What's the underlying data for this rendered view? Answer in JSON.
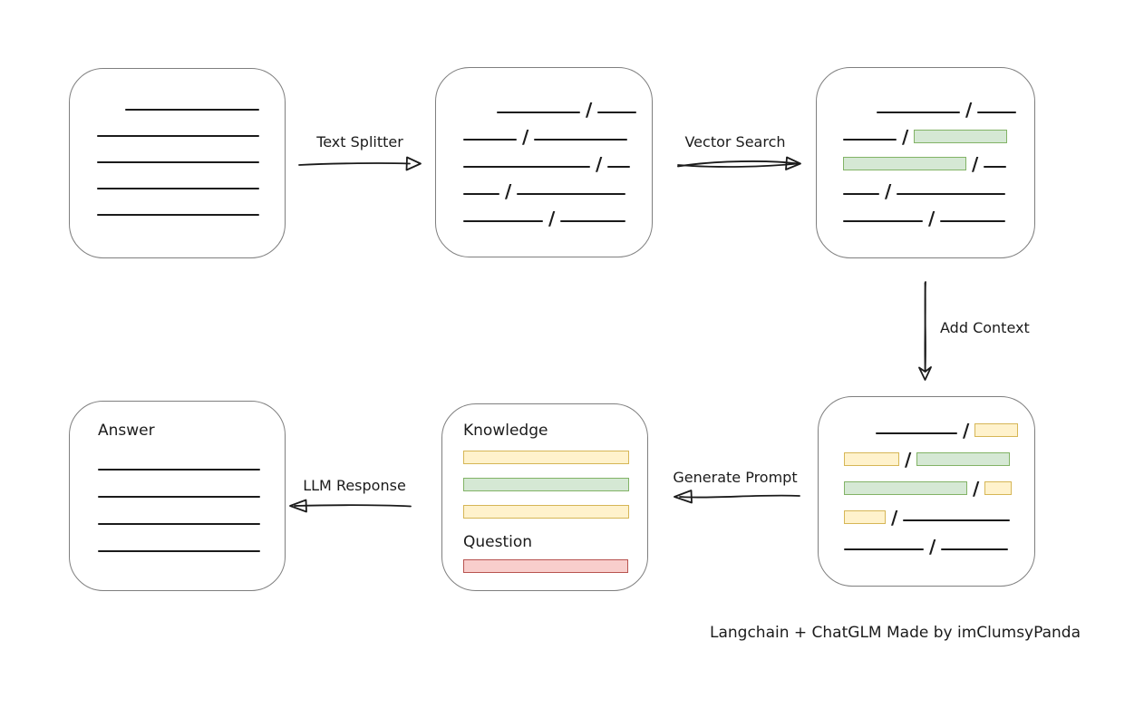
{
  "credit": "Langchain + ChatGLM Made by imClumsyPanda",
  "slash_char": "/",
  "colors": {
    "ink": "#1b1b1b",
    "box_border": "#7f7f7f",
    "green_fill": "#d5e8d4",
    "green_stroke": "#82b366",
    "yellow_fill": "#fff2cc",
    "yellow_stroke": "#d6b656",
    "red_fill": "#f8cecc",
    "red_stroke": "#b85450"
  },
  "arrows": {
    "text_splitter": "Text Splitter",
    "vector_search": "Vector Search",
    "add_context": "Add Context",
    "generate_prompt": "Generate Prompt",
    "llm_response": "LLM Response"
  },
  "nodes": {
    "document": {
      "lines": [
        {
          "indent": 31,
          "w": 148
        },
        {
          "w": 179
        },
        {
          "w": 179
        },
        {
          "w": 179
        },
        {
          "w": 179
        }
      ]
    },
    "chunks": {
      "rows": [
        [
          {
            "t": "gap",
            "w": 31
          },
          {
            "t": "line",
            "w": 92
          },
          {
            "t": "slash"
          },
          {
            "t": "line",
            "w": 43
          }
        ],
        [
          {
            "t": "line",
            "w": 59
          },
          {
            "t": "slash"
          },
          {
            "t": "line",
            "w": 103
          }
        ],
        [
          {
            "t": "line",
            "w": 140
          },
          {
            "t": "slash"
          },
          {
            "t": "line",
            "w": 25
          }
        ],
        [
          {
            "t": "line",
            "w": 40
          },
          {
            "t": "slash"
          },
          {
            "t": "line",
            "w": 120
          }
        ],
        [
          {
            "t": "line",
            "w": 88
          },
          {
            "t": "slash"
          },
          {
            "t": "line",
            "w": 72
          }
        ]
      ]
    },
    "retrieved": {
      "rows": [
        [
          {
            "t": "gap",
            "w": 31
          },
          {
            "t": "line",
            "w": 92
          },
          {
            "t": "slash"
          },
          {
            "t": "line",
            "w": 43
          }
        ],
        [
          {
            "t": "line",
            "w": 59
          },
          {
            "t": "slash"
          },
          {
            "t": "chunk",
            "c": "green",
            "w": 103
          }
        ],
        [
          {
            "t": "chunk",
            "c": "green",
            "w": 136
          },
          {
            "t": "slash"
          },
          {
            "t": "line",
            "w": 25
          }
        ],
        [
          {
            "t": "line",
            "w": 40
          },
          {
            "t": "slash"
          },
          {
            "t": "line",
            "w": 120
          }
        ],
        [
          {
            "t": "line",
            "w": 88
          },
          {
            "t": "slash"
          },
          {
            "t": "line",
            "w": 72
          }
        ]
      ]
    },
    "context": {
      "rows": [
        [
          {
            "t": "gap",
            "w": 29
          },
          {
            "t": "line",
            "w": 90
          },
          {
            "t": "slash"
          },
          {
            "t": "chunk",
            "c": "yellow",
            "w": 48
          }
        ],
        [
          {
            "t": "chunk",
            "c": "yellow",
            "w": 61
          },
          {
            "t": "slash"
          },
          {
            "t": "chunk",
            "c": "green",
            "w": 103
          }
        ],
        [
          {
            "t": "chunk",
            "c": "green",
            "w": 136
          },
          {
            "t": "slash"
          },
          {
            "t": "chunk",
            "c": "yellow",
            "w": 30
          }
        ],
        [
          {
            "t": "chunk",
            "c": "yellow",
            "w": 46
          },
          {
            "t": "slash"
          },
          {
            "t": "line",
            "w": 118
          }
        ],
        [
          {
            "t": "line",
            "w": 88
          },
          {
            "t": "slash"
          },
          {
            "t": "line",
            "w": 74
          }
        ]
      ]
    },
    "prompt": {
      "knowledge_label": "Knowledge",
      "question_label": "Question",
      "knowledge_bars": [
        {
          "c": "yellow",
          "w": 183
        },
        {
          "c": "green",
          "w": 183
        },
        {
          "c": "yellow",
          "w": 183
        }
      ],
      "question_bars": [
        {
          "c": "red",
          "w": 182
        }
      ]
    },
    "answer": {
      "label": "Answer",
      "lines": [
        {
          "w": 179
        },
        {
          "w": 179
        },
        {
          "w": 179
        },
        {
          "w": 179
        }
      ]
    }
  }
}
